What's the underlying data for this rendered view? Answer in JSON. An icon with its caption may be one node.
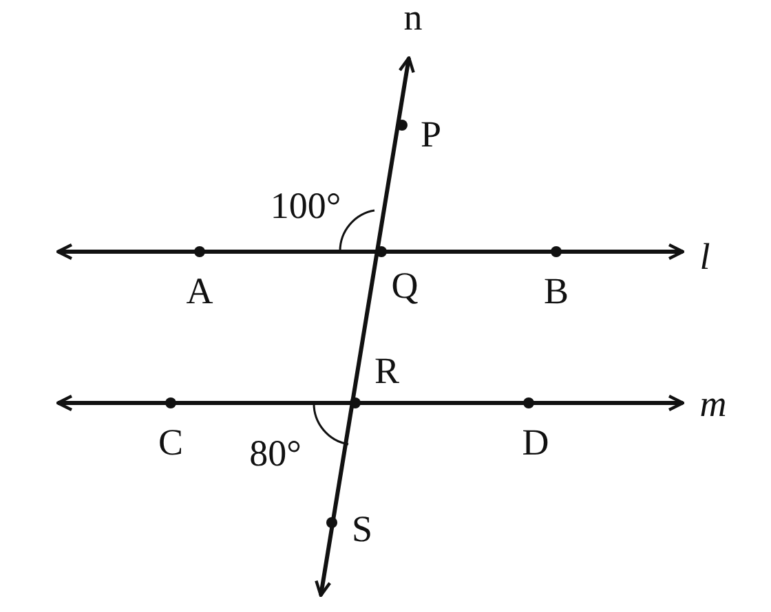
{
  "diagram": {
    "labels": [
      "n",
      "P",
      "100°",
      "l",
      "A",
      "Q",
      "B",
      "R",
      "m",
      "C",
      "80°",
      "D",
      "S"
    ]
  }
}
